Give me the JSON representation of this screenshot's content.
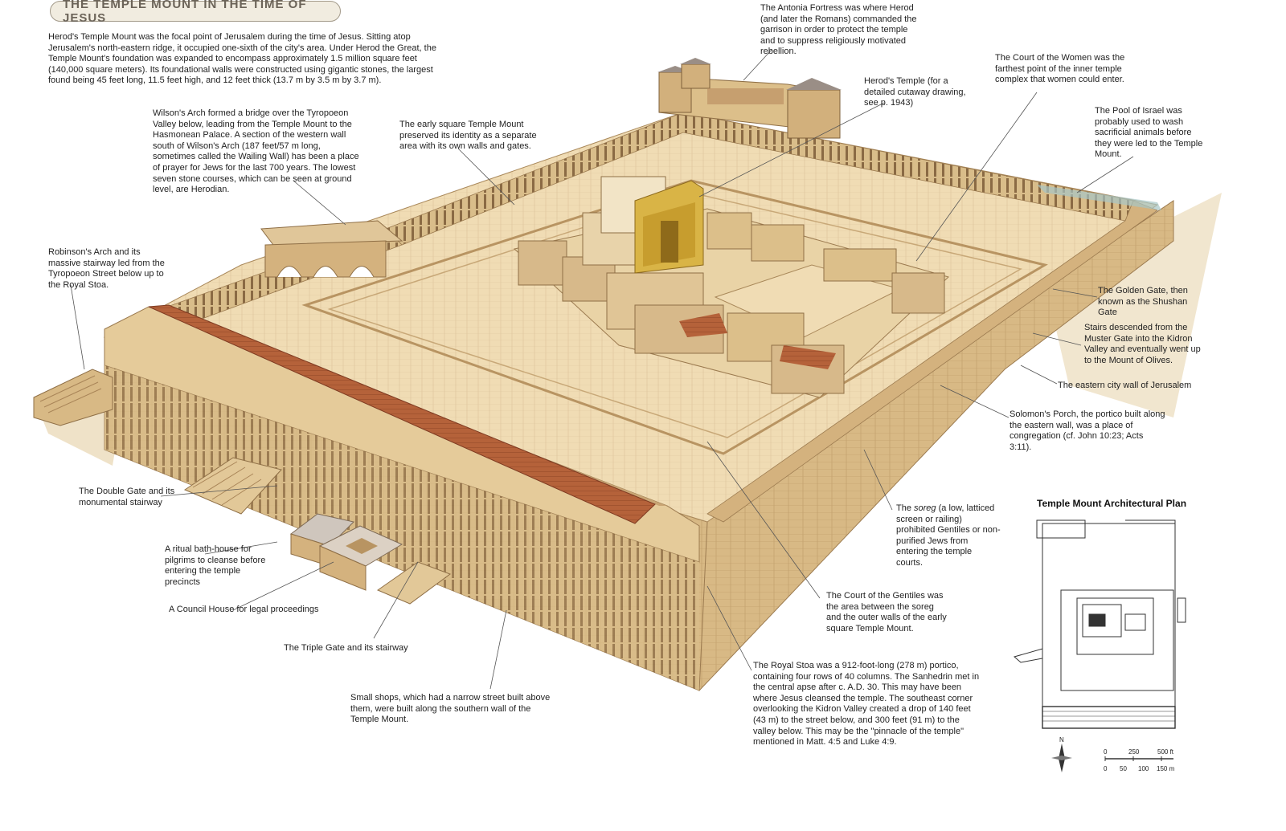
{
  "title": "THE TEMPLE MOUNT IN THE TIME OF JESUS",
  "intro": "Herod's Temple Mount was the focal point of Jerusalem during the time of Jesus. Sitting atop Jerusalem's north-eastern ridge, it occupied one-sixth of the city's area. Under Herod the Great, the Temple Mount's foundation was expanded to encompass approximately 1.5 million square feet (140,000 square meters). Its foundational walls were constructed using gigantic stones, the largest found being 45 feet long, 11.5 feet high, and 12 feet thick (13.7 m by 3.5 m by 3.7 m).",
  "labels": {
    "antonia": "The Antonia Fortress was where Herod (and later the Romans) commanded the garrison in order to protect the temple and to suppress religiously motivated rebellion.",
    "court_women": "The Court of the Women was the farthest point of the inner temple complex that women could enter.",
    "herods_temple": "Herod's Temple (for a detailed cutaway drawing, see p. 1943)",
    "pool_israel": "The Pool of Israel was probably used to wash sacrificial animals before they were led to the Temple Mount.",
    "wilsons_arch": "Wilson's Arch formed a bridge over the Tyropoeon Valley below, leading from the Temple Mount to the Hasmonean Palace. A section of the western wall south of Wilson's Arch (187 feet/57 m long, sometimes called the Wailing Wall) has been a place of prayer for Jews for the last 700 years. The lowest seven stone courses, which can be seen at ground level, are Herodian.",
    "early_square": "The early square Temple Mount preserved its identity as a separate area with its own walls and gates.",
    "robinsons_arch": "Robinson's Arch and its massive stairway led from the Tyropoeon Street below up to the Royal Stoa.",
    "golden_gate": "The Golden Gate, then known as the Shushan Gate",
    "stairs_muster": "Stairs descended from the Muster Gate into the Kidron Valley and eventually went up to the Mount of Olives.",
    "eastern_wall": "The eastern city wall of Jerusalem",
    "solomons_porch": "Solomon's Porch, the portico built along the eastern wall, was a place of congregation (cf. John 10:23; Acts 3:11).",
    "double_gate": "The Double Gate and its monumental stairway",
    "soreg_pre": "The ",
    "soreg_em": "soreg",
    "soreg_post": " (a low, latticed screen or railing) prohibited Gentiles or non-purified Jews from entering the temple courts.",
    "ritual_bath": "A ritual bath-house for pilgrims to cleanse before entering the temple precincts",
    "council_house": "A Council House for legal proceedings",
    "court_gentiles": "The Court of the Gentiles was the area between the soreg and the outer walls of the early square Temple Mount.",
    "triple_gate": "The Triple Gate and its stairway",
    "royal_stoa": "The Royal Stoa was a 912-foot-long (278 m) portico, containing four rows of 40 columns. The Sanhedrin met in the central apse after c. A.D. 30. This may have been where Jesus cleansed the temple. The southeast corner overlooking the Kidron Valley created a drop of 140 feet (43 m) to the street below, and 300 feet (91 m) to the valley below. This may be the \"pinnacle of the temple\" mentioned in Matt. 4:5 and Luke 4:9.",
    "small_shops": "Small shops, which had a narrow street built above them, were built along the southern wall of the Temple Mount."
  },
  "plan": {
    "title": "Temple Mount Architectural Plan",
    "north": "N",
    "scale_ft": [
      "0",
      "250",
      "500 ft"
    ],
    "scale_m": [
      "0",
      "50",
      "100",
      "150 m"
    ]
  },
  "colors": {
    "stone_light": "#f0dcb4",
    "stone_mid": "#dcbf8a",
    "stone_dark": "#b89462",
    "roof_tile": "#b5623a",
    "gold": "#d9b446",
    "pill_bg": "#f1ece0"
  }
}
